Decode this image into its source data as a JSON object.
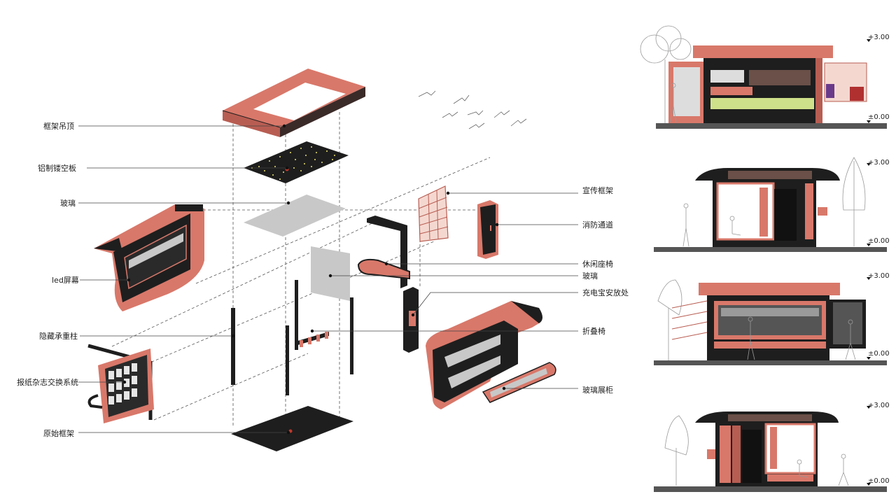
{
  "left_labels": [
    {
      "id": "frame-ceiling",
      "text": "框架吊顶"
    },
    {
      "id": "aluminum-panel",
      "text": "铝制镂空板"
    },
    {
      "id": "glass-top",
      "text": "玻璃"
    },
    {
      "id": "led-screen",
      "text": "led屏幕"
    },
    {
      "id": "hidden-column",
      "text": "隐藏承重柱"
    },
    {
      "id": "newspaper-system",
      "text": "报纸杂志交换系统"
    },
    {
      "id": "original-frame",
      "text": "原始框架"
    }
  ],
  "right_labels": [
    {
      "id": "promo-frame",
      "text": "宣传框架"
    },
    {
      "id": "fire-exit",
      "text": "消防通道"
    },
    {
      "id": "lounge-seat",
      "text": "休闲座椅"
    },
    {
      "id": "glass-side",
      "text": "玻璃"
    },
    {
      "id": "power-bank",
      "text": "充电宝安放处"
    },
    {
      "id": "folding-chair",
      "text": "折叠椅"
    },
    {
      "id": "glass-cabinet",
      "text": "玻璃展柜"
    }
  ],
  "elevations": [
    {
      "top": "+3.00",
      "bottom": "±0.00"
    },
    {
      "top": "+3.00",
      "bottom": "±0.00"
    },
    {
      "top": "+3.00",
      "bottom": "±0.00"
    },
    {
      "top": "+3.00",
      "bottom": "±0.00"
    }
  ],
  "colors": {
    "salmon": "#d8786a",
    "dark": "#1e1e1e",
    "glass": "#c8c8c8",
    "ground": "#555555",
    "yellow": "#e8e070"
  }
}
